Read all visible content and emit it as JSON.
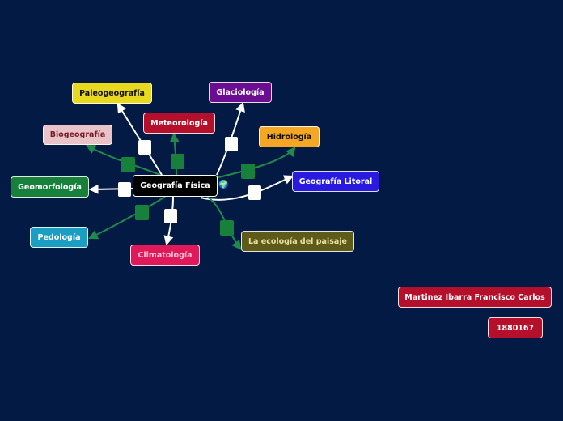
{
  "map": {
    "central": {
      "label": "Geografía Física",
      "icon": "globe-icon"
    },
    "topics": [
      {
        "id": "paleogeografia",
        "label": "Paleogeografía",
        "bg": "#e8d81e",
        "fg": "#111111",
        "line": "#ffffff"
      },
      {
        "id": "glaciologia",
        "label": "Glaciología",
        "bg": "#6a0d91",
        "fg": "#ffffff",
        "line": "#ffffff"
      },
      {
        "id": "meteorologia",
        "label": "Meteorología",
        "bg": "#b5102b",
        "fg": "#ffffff",
        "line": "#1f8a4c"
      },
      {
        "id": "biogeografia",
        "label": "Biogeografía",
        "bg": "#e8c4c8",
        "fg": "#7a1a28",
        "line": "#1f8a4c"
      },
      {
        "id": "hidrologia",
        "label": "Hidrología",
        "bg": "#f5a623",
        "fg": "#111111",
        "line": "#1f8a4c"
      },
      {
        "id": "geomorfologia",
        "label": "Geomorfología",
        "bg": "#17803a",
        "fg": "#ffffff",
        "line": "#ffffff"
      },
      {
        "id": "geografia-litoral",
        "label": "Geografía Litoral",
        "bg": "#2a1ae0",
        "fg": "#ffffff",
        "line": "#ffffff"
      },
      {
        "id": "pedologia",
        "label": "Pedología",
        "bg": "#1a9ec2",
        "fg": "#ffffff",
        "line": "#1f8a4c"
      },
      {
        "id": "climatologia",
        "label": "Climatología",
        "bg": "#e0195a",
        "fg": "#f3c0d0",
        "line": "#ffffff"
      },
      {
        "id": "ecologia-paisaje",
        "label": "La ecología del paisaje",
        "bg": "#5e5a1a",
        "fg": "#e6e0a0",
        "line": "#1f8a4c"
      }
    ],
    "notes": [
      {
        "id": "author",
        "label": "Martinez Ibarra Francisco Carlos",
        "bg": "#b5102b",
        "fg": "#ffffff"
      },
      {
        "id": "student-id",
        "label": "1880167",
        "bg": "#b5102b",
        "fg": "#ffffff"
      }
    ]
  }
}
